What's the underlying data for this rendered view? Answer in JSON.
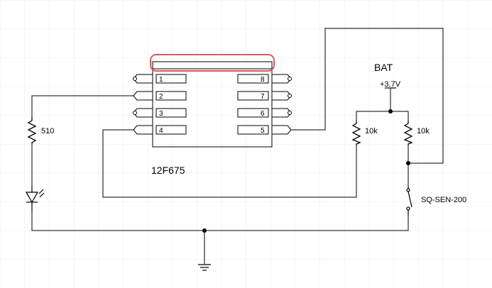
{
  "chip": {
    "name": "12F675",
    "left_pins": [
      "1",
      "2",
      "3",
      "4"
    ],
    "right_pins": [
      "8",
      "7",
      "6",
      "5"
    ]
  },
  "battery": {
    "title": "BAT",
    "voltage": "+3.7V"
  },
  "resistors": {
    "led": "510",
    "pullup_left": "10k",
    "pullup_right": "10k"
  },
  "switch": {
    "label": "SQ-SEN-200"
  },
  "colors": {
    "highlight": "#e05a5a",
    "grid": "#e8e8e8",
    "wire": "#000000"
  },
  "icons": [
    "ground-icon",
    "led-icon",
    "switch-icon",
    "resistor-icon"
  ]
}
